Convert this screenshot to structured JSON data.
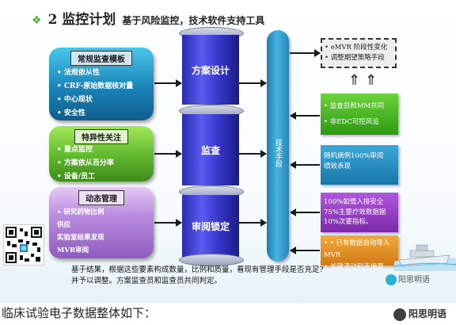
{
  "title": {
    "number_title": "2 监控计划",
    "subtitle": "基于风险监控，技术软件支持工具"
  },
  "left_panels": [
    {
      "heading": "常规监查模板",
      "items": [
        "法规依从性",
        "CRF-原始数据核对量",
        "中心现状",
        "安全性"
      ]
    },
    {
      "heading": "特异性关注",
      "items": [
        "重点监控",
        "方案依从百分率",
        "设备/员工"
      ]
    },
    {
      "heading": "动态管理",
      "items": [
        "• 研究药物比例",
        "供应",
        "实验室结果发现",
        "MVR审阅"
      ]
    }
  ],
  "cylinder": {
    "segments": [
      "方案设计",
      "监查",
      "审阅锁定"
    ]
  },
  "tech_bar": {
    "label": "技术手段"
  },
  "right_boxes": {
    "emvr": [
      "eMVR 阶段性变化",
      "调整期望策略手段"
    ],
    "monitor": [
      "监查员和MM共同",
      "非EDC可控风追"
    ],
    "random": [
      "随机病例100%审阅",
      "绩效表现"
    ],
    "pct": [
      "100%如情入排安全",
      "75%主要疗效数据据",
      "10%次要指标。"
    ],
    "import": [
      "• 已有数据自动导入MVR",
      "关键活动列表摘要"
    ]
  },
  "footer": {
    "line1": "基于结果，根据这些要素构成数量，比例和质量，看现有管理手段是否充足?",
    "line2": "并予以调整。方案监查员和监查员共同判定。"
  },
  "watermark_small": "阳思明语",
  "caption": "临床试验电子数据整体如下：",
  "watermark_bottom": "阳思明语",
  "icons": [
    "diamond-bullet-icon",
    "qr-code-icon",
    "ship-icon",
    "wechat-badge-icon",
    "up-arrow-icon"
  ]
}
